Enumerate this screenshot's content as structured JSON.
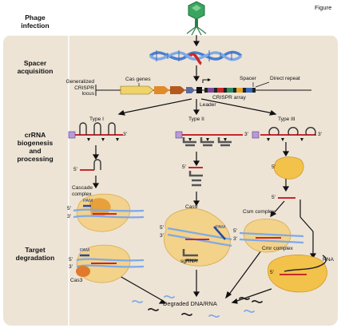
{
  "corner_label": "Figure",
  "stages": {
    "phage_infection": "Phage\ninfection",
    "spacer_acquisition": "Spacer\nacquisition",
    "crrna_processing": "crRNA\nbiogenesis\nand\nprocessing",
    "target_degradation": "Target\ndegradation"
  },
  "locus": {
    "generalized_label": "Generalized\nCRISPR\nlocus",
    "cas_genes": "Cas genes",
    "leader": "Leader",
    "crispr_array": "CRISPR array",
    "spacer": "Spacer",
    "direct_repeat": "Direct repeat"
  },
  "types": {
    "type1": "Type I",
    "type2": "Type II",
    "type3": "Type III"
  },
  "ends": {
    "five": "5'",
    "three": "3'"
  },
  "complexes": {
    "cascade": "Cascade\ncomplex",
    "cas9": "Cas9",
    "sgrna": "sgRNA",
    "csm": "Csm complex",
    "cmr": "Cmr complex",
    "cas3": "Cas3",
    "pam": "PAM",
    "rna": "RNA"
  },
  "result": "Degraded DNA/RNA",
  "colors": {
    "panel": "#ede4d6",
    "spacer_red": "#c8282e",
    "cas_yellow": "#f0c836",
    "cas_orange": "#e08a2a",
    "dna_blue": "#5b8fd3",
    "protein": "#f3c96a",
    "phage_green": "#3aa561"
  }
}
